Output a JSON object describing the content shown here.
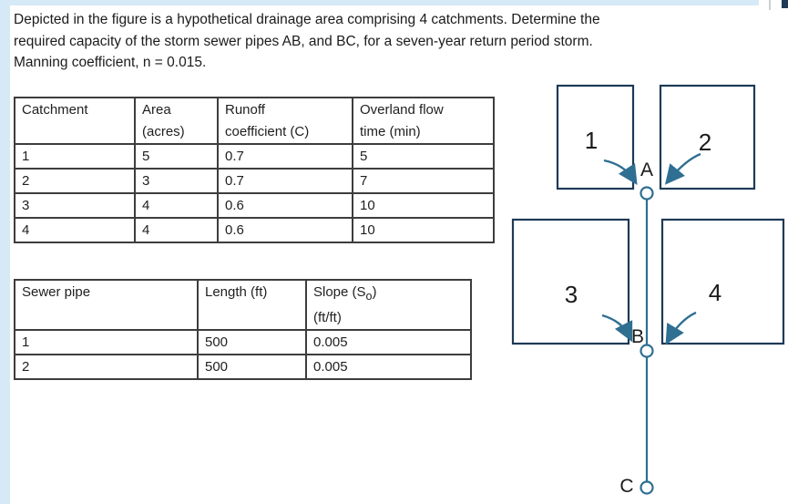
{
  "problem": {
    "lines": [
      "Depicted in the figure is a hypothetical drainage area comprising 4 catchments. Determine the",
      "required capacity of the storm sewer pipes AB, and BC, for a seven-year return period storm.",
      "Manning coefficient, n = 0.015."
    ]
  },
  "catchment_table": {
    "headers": [
      "Catchment",
      "Area\n(acres)",
      "Runoff\ncoefficient (C)",
      "Overland flow\ntime (min)"
    ],
    "rows": [
      [
        "1",
        "5",
        "0.7",
        "5"
      ],
      [
        "2",
        "3",
        "0.7",
        "7"
      ],
      [
        "3",
        "4",
        "0.6",
        "10"
      ],
      [
        "4",
        "4",
        "0.6",
        "10"
      ]
    ]
  },
  "sewer_table": {
    "headers": {
      "pipe": "Sewer pipe",
      "length": "Length (ft)",
      "slope_pre": "Slope (S",
      "slope_sub": "o",
      "slope_post": ")",
      "slope_line2": "(ft/ft)"
    },
    "rows": [
      [
        "1",
        "500",
        "0.005"
      ],
      [
        "2",
        "500",
        "0.005"
      ]
    ]
  },
  "diagram": {
    "catchment_labels": [
      "1",
      "2",
      "3",
      "4"
    ],
    "node_labels": [
      "A",
      "B",
      "C"
    ],
    "colors": {
      "box_border": "#1e3a56",
      "flow": "#2e6f92",
      "frame": "#d6e9f6"
    }
  }
}
